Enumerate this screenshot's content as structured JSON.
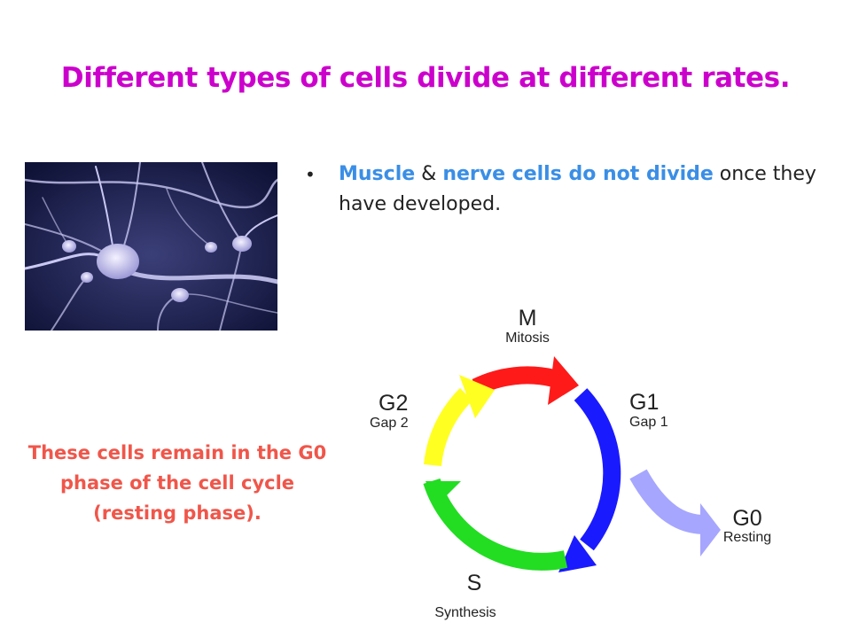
{
  "slide": {
    "title": "Different types of cells divide at different rates.",
    "title_color": "#cc00cc",
    "bullet": {
      "term_muscle": "Muscle",
      "conjunction": " & ",
      "term_nerve": "nerve cells do not divide",
      "rest": " once they have developed.",
      "highlight_color": "#3a8ee6"
    },
    "note": {
      "text": "These cells remain in the G0 phase of the cell cycle (resting phase).",
      "color": "#f0564a"
    },
    "image": {
      "subject": "neuron-illustration"
    }
  },
  "cell_cycle": {
    "phases": [
      {
        "code": "M",
        "name": "Mitosis",
        "color": "#ff1a1a"
      },
      {
        "code": "G1",
        "name": "Gap 1",
        "color": "#1a1aff"
      },
      {
        "code": "S",
        "name": "Synthesis",
        "color": "#22dd22"
      },
      {
        "code": "G2",
        "name": "Gap 2",
        "color": "#ffff22"
      },
      {
        "code": "G0",
        "name": "Resting",
        "color": "#a6a6ff"
      }
    ]
  }
}
